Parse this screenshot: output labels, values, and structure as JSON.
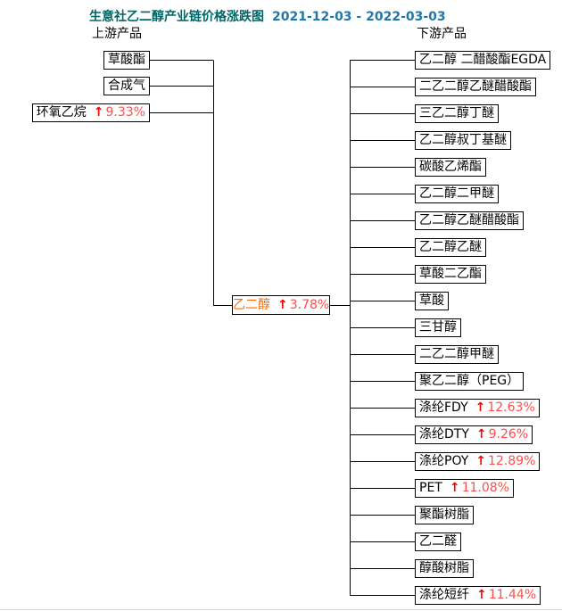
{
  "title": {
    "text": "生意社乙二醇产业链价格涨跌图",
    "date_range": "2021-12-03 - 2022-03-03"
  },
  "icons": {
    "up_arrow": "↑"
  },
  "colors": {
    "title_text": "#006666",
    "date_text": "#2077aa",
    "center_label": "#ff6600",
    "up_arrow": "#ff0000",
    "percent_text": "#ff4d4d",
    "box_border": "#000000",
    "background": "#ffffff"
  },
  "upstream": {
    "heading": "上游产品",
    "items": [
      {
        "label": "草酸酯"
      },
      {
        "label": "合成气"
      },
      {
        "label": "环氧乙烷",
        "change": "9.33%"
      }
    ]
  },
  "center": {
    "label": "乙二醇",
    "change": "3.78%"
  },
  "downstream": {
    "heading": "下游产品",
    "items": [
      {
        "label": "乙二醇 二醋酸酯EGDA"
      },
      {
        "label": "二乙二醇乙醚醋酸酯"
      },
      {
        "label": "三乙二醇丁醚"
      },
      {
        "label": "乙二醇叔丁基醚"
      },
      {
        "label": "碳酸乙烯酯"
      },
      {
        "label": "乙二醇二甲醚"
      },
      {
        "label": "乙二醇乙醚醋酸酯"
      },
      {
        "label": "乙二醇乙醚"
      },
      {
        "label": "草酸二乙酯"
      },
      {
        "label": "草酸"
      },
      {
        "label": "三甘醇"
      },
      {
        "label": "二乙二醇甲醚"
      },
      {
        "label": "聚乙二醇（PEG）"
      },
      {
        "label": "涤纶FDY",
        "change": "12.63%"
      },
      {
        "label": "涤纶DTY",
        "change": "9.26%"
      },
      {
        "label": "涤纶POY",
        "change": "12.89%"
      },
      {
        "label": "PET",
        "change": "11.08%"
      },
      {
        "label": "聚酯树脂"
      },
      {
        "label": "乙二醛"
      },
      {
        "label": "醇酸树脂"
      },
      {
        "label": "涤纶短纤",
        "change": "11.44%"
      }
    ]
  }
}
